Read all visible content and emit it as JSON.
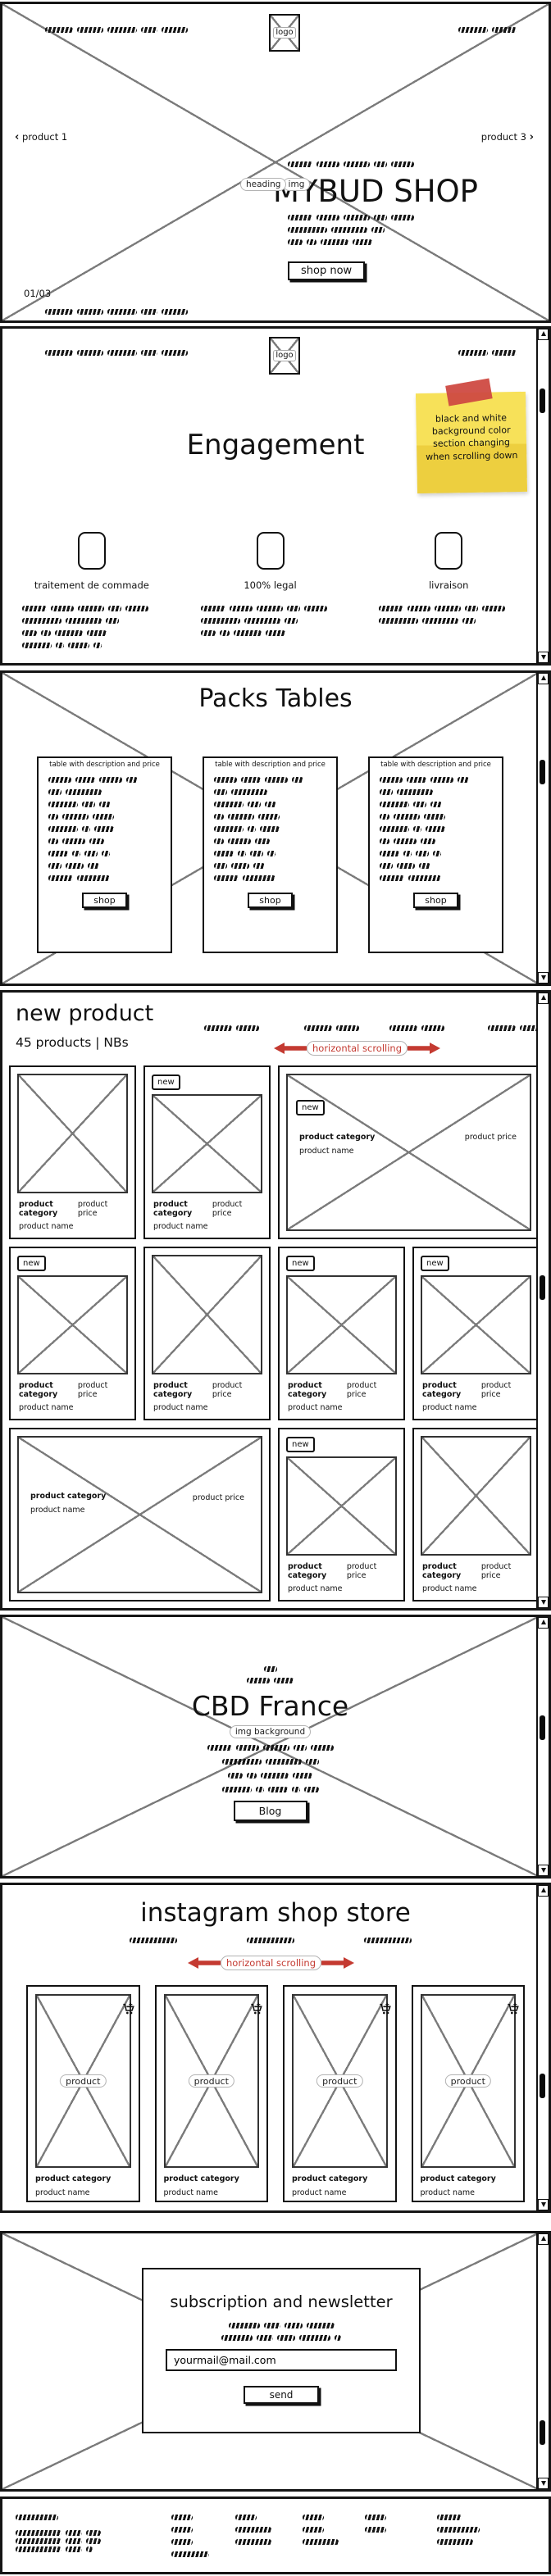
{
  "colors": {
    "ink": "#111111",
    "placeholder_gray": "#7b7b7b",
    "accent_red": "#c43a31",
    "sticky_yellow": "#f7e159",
    "sticky_yellow_dark": "#edcf3f",
    "tape_red": "#cf4a42"
  },
  "hero": {
    "logo_label": "logo",
    "prev_chevron": "‹",
    "prev_label": "product 1",
    "next_label": "product 3",
    "next_chevron": "›",
    "tag_heading": "heading",
    "tag_img": "img",
    "title": "MYBUD SHOP",
    "cta": "shop now",
    "slide": "01/03"
  },
  "engagement": {
    "title": "Engagement",
    "note": "black and white background color section changing when scrolling down",
    "features": [
      {
        "label": "traitement de commade"
      },
      {
        "label": "100% legal"
      },
      {
        "label": "livraison"
      }
    ]
  },
  "packs": {
    "title": "Packs Tables",
    "table_label": "table with description and price",
    "shop": "shop"
  },
  "catalog": {
    "title": "new product",
    "subtitle": "45 products | NBs",
    "scroll_label": "horizontal scrolling",
    "badge_new": "new",
    "category": "product category",
    "name": "product name",
    "price": "product price"
  },
  "cbd": {
    "title": "CBD France",
    "tag": "img background",
    "button": "Blog"
  },
  "instagram": {
    "title": "instagram shop store",
    "scroll_label": "horizontal scrolling",
    "tag_product": "product",
    "category": "product category",
    "name": "product name"
  },
  "newsletter": {
    "title": "subscription and newsletter",
    "email_value": "yourmail@mail.com",
    "send": "send"
  }
}
